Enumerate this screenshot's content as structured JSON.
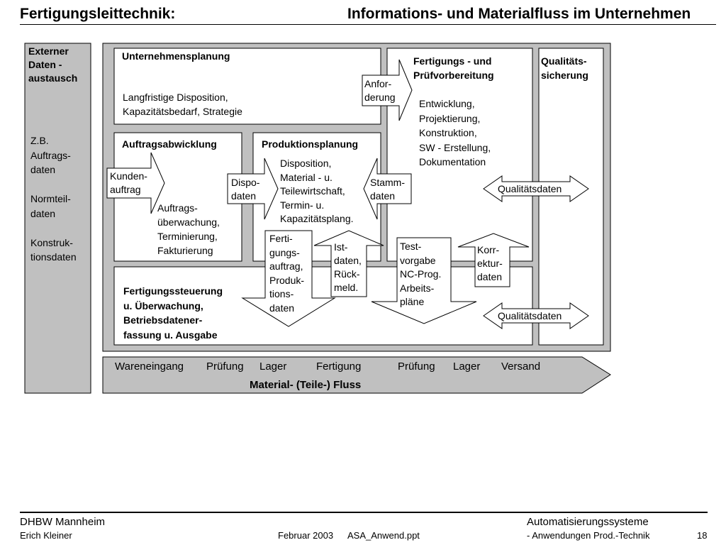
{
  "header": {
    "title_left": "Fertigungsleittechnik:",
    "title_right": "Informations- und Materialfluss im Unternehmen"
  },
  "external": {
    "title": [
      "Externer",
      "Daten -",
      "austausch"
    ],
    "items": [
      "Z.B.",
      "Auftrags-",
      "daten",
      "",
      "Normteil-",
      "daten",
      "",
      "Konstruk-",
      "tionsdaten"
    ]
  },
  "boxes": {
    "unternehmensplanung": {
      "title": "Unternehmensplanung",
      "body": [
        "Langfristige Disposition,",
        "Kapazitätsbedarf, Strategie"
      ]
    },
    "fertigungsvorbereitung": {
      "title": [
        "Fertigungs - und",
        "Prüfvorbereitung"
      ],
      "body": [
        "Entwicklung,",
        "Projektierung,",
        "Konstruktion,",
        "SW - Erstellung,",
        "Dokumentation"
      ]
    },
    "qualitaetssicherung": {
      "title": [
        "Qualitäts-",
        "sicherung"
      ]
    },
    "auftragsabwicklung": {
      "title": "Auftragsabwicklung",
      "body": [
        "Auftrags-",
        "überwachung,",
        "Terminierung,",
        "Fakturierung"
      ]
    },
    "produktionsplanung": {
      "title": "Produktionsplanung",
      "body": [
        "Disposition,",
        "Material - u.",
        "Teilewirtschaft,",
        "Termin- u.",
        "Kapazitätsplang."
      ]
    },
    "fertigungssteuerung": {
      "title": [
        "Fertigungssteuerung",
        "u. Überwachung,",
        "Betriebsdatener-",
        "fassung u. Ausgabe"
      ]
    }
  },
  "arrows": {
    "anforderung": [
      "Anfor-",
      "derung"
    ],
    "kundenauftrag": [
      "Kunden-",
      "auftrag"
    ],
    "dispodaten": [
      "Dispo-",
      "daten"
    ],
    "stammdaten": [
      "Stamm-",
      "daten"
    ],
    "fertigungsauftrag": [
      "Ferti-",
      "gungs-",
      "auftrag,",
      "Produk-",
      "tions-",
      "daten"
    ],
    "istdaten": [
      "Ist-",
      "daten,",
      "Rück-",
      "meld."
    ],
    "testvorgabe": [
      "Test-",
      "vorgabe",
      "NC-Prog.",
      "Arbeits-",
      "pläne"
    ],
    "korrekturdaten": [
      "Korr-",
      "ektur-",
      "daten"
    ],
    "qualitaetsdaten_1": "Qualitätsdaten",
    "qualitaetsdaten_2": "Qualitätsdaten"
  },
  "material_flow": {
    "steps": [
      "Wareneingang",
      "Prüfung",
      "Lager",
      "Fertigung",
      "Prüfung",
      "Lager",
      "Versand"
    ],
    "label": "Material- (Teile-) Fluss"
  },
  "footer": {
    "org": "DHBW  Mannheim",
    "author": "Erich Kleiner",
    "date": "Februar 2003",
    "file": "ASA_Anwend.ppt",
    "course": "Automatisierungssysteme",
    "subtitle": "- Anwendungen Prod.-Technik",
    "page": "18"
  },
  "colors": {
    "panel_gray": "#c0c0c0",
    "white": "#ffffff",
    "stroke": "#000000"
  }
}
